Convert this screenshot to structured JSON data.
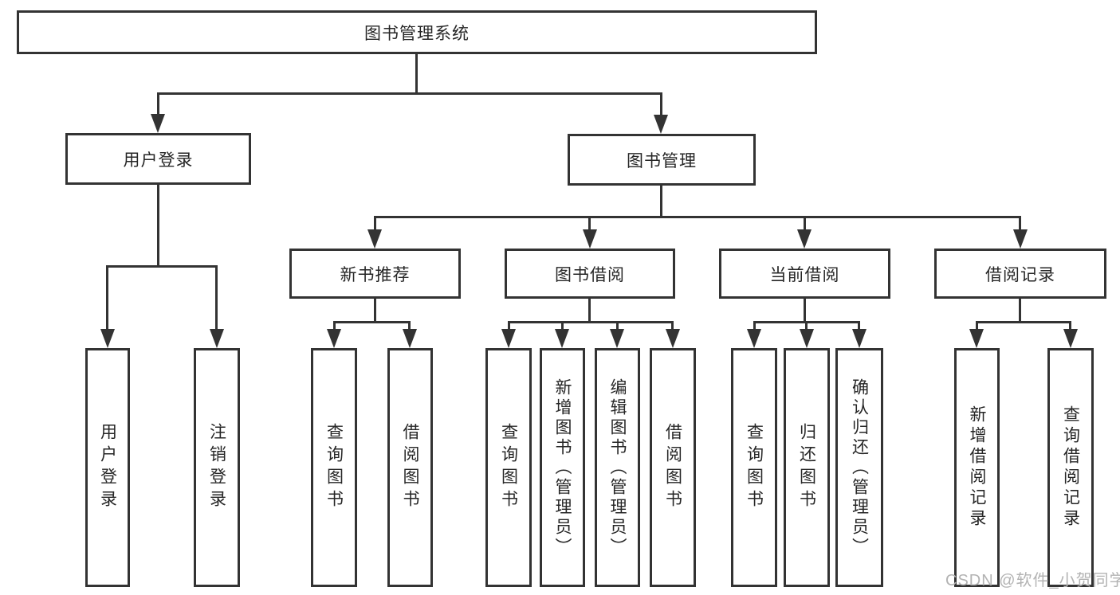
{
  "colors": {
    "background": "#ffffff",
    "line": "#333333",
    "text": "#262626",
    "watermark": "#b3b3b3"
  },
  "nodes": {
    "root": "图书管理系统",
    "user_login": "用户登录",
    "book_mgmt": "图书管理",
    "new_book_rec": "新书推荐",
    "book_borrow": "图书借阅",
    "current_borrow": "当前借阅",
    "borrow_record": "借阅记录",
    "leaf_user_login": "用户登录",
    "leaf_logout": "注销登录",
    "leaf_query_book_a": "查询图书",
    "leaf_borrow_book_a": "借阅图书",
    "leaf_query_book_b": "查询图书",
    "leaf_add_book": "新增图书（管理员）",
    "leaf_edit_book": "编辑图书（管理员）",
    "leaf_borrow_book_b": "借阅图书",
    "leaf_query_book_c": "查询图书",
    "leaf_return_book": "归还图书",
    "leaf_confirm_return": "确认归还（管理员）",
    "leaf_add_record": "新增借阅记录",
    "leaf_query_record": "查询借阅记录"
  },
  "structure": {
    "图书管理系统": {
      "用户登录": [
        "用户登录",
        "注销登录"
      ],
      "图书管理": {
        "新书推荐": [
          "查询图书",
          "借阅图书"
        ],
        "图书借阅": [
          "查询图书",
          "新增图书（管理员）",
          "编辑图书（管理员）",
          "借阅图书"
        ],
        "当前借阅": [
          "查询图书",
          "归还图书",
          "确认归还（管理员）"
        ],
        "借阅记录": [
          "新增借阅记录",
          "查询借阅记录"
        ]
      }
    }
  },
  "watermark": "CSDN @软件_小贺同学"
}
